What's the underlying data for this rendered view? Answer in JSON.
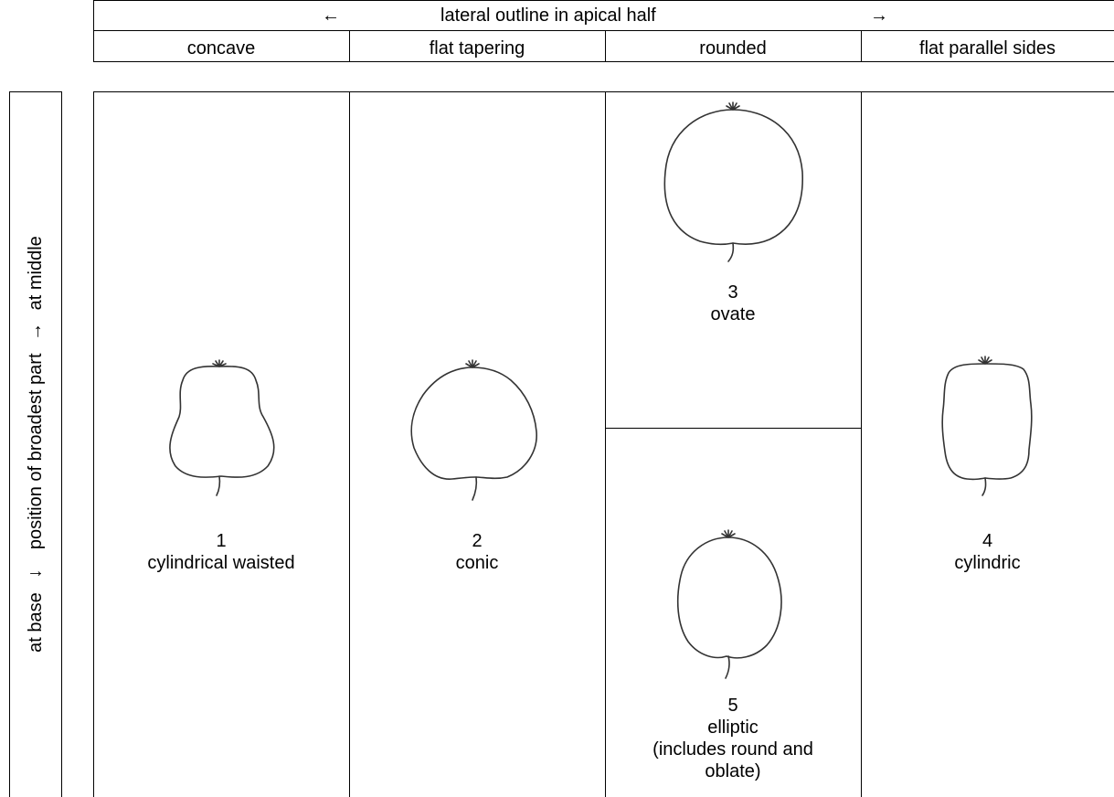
{
  "header": {
    "arrow_left": "←",
    "title": "lateral outline in apical half",
    "arrow_right": "→",
    "columns": [
      "concave",
      "flat tapering",
      "rounded",
      "flat parallel sides"
    ]
  },
  "side_axis": {
    "label_start": "at base",
    "arrow_down": "↓",
    "label_middle": "position of broadest part",
    "arrow_up": "→",
    "label_end": "at middle"
  },
  "shapes": {
    "shape1": {
      "number": "1",
      "name": "cylindrical waisted"
    },
    "shape2": {
      "number": "2",
      "name": "conic"
    },
    "shape3": {
      "number": "3",
      "name": "ovate"
    },
    "shape4": {
      "number": "4",
      "name": "cylindric"
    },
    "shape5": {
      "number": "5",
      "name": "elliptic",
      "note": "(includes round and oblate)"
    }
  }
}
